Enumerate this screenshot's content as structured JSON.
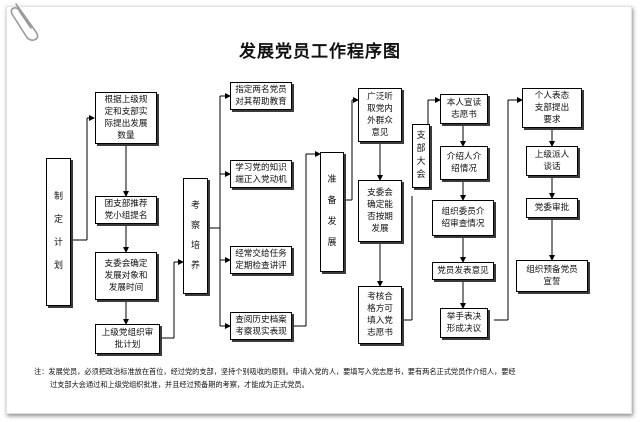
{
  "title": "发展党员工作程序图",
  "boxes": {
    "make_plan": [
      "制",
      "定",
      "计",
      "划"
    ],
    "propose_number": "根据上级规\n定和支部实\n际提出发展\n数量",
    "branch_recommend": "团支部推荐\n党小组提名",
    "committee_determine": "支委会确定\n发展对象和\n发展时间",
    "superior_approve": "上级党组织审\n批计划",
    "inspect_train": [
      "考",
      "察",
      "培",
      "养"
    ],
    "assign_two": "指定两名党员\n对其帮助教育",
    "study_knowledge": "学习党的知识\n端正入党动机",
    "assign_tasks": "经常交给任务\n定期检查讲评",
    "review_files": "查阅历史档案\n考察现实表现",
    "prepare_develop": [
      "准",
      "备",
      "发",
      "展"
    ],
    "listen_opinions": "广泛听\n取党内\n外群众\n意见",
    "committee_meeting": "支委会\n确定能\n否按期\n发展",
    "fill_form": "考核合\n格方可\n填入党\n志愿书",
    "branch_assembly": [
      "支",
      "部",
      "大",
      "会"
    ],
    "read_application": "本人宣读\n志愿书",
    "introducer": "介绍人介\n绍情况",
    "org_committee": "组织委员介\n绍审查情况",
    "members_opinion": "党员发表意见",
    "vote": "举手表决\n形成决议",
    "express_attitude": "个人表态\n支部提出\n要求",
    "superior_talk": "上级派人\n谈话",
    "party_approve": "党委审批",
    "oath": "组织预备党员\n宣誓"
  },
  "note": {
    "line1": "注：发展党员，必须把政治标准放在首位，经过党的支部，坚持个别吸收的原则。申请入党的人，要填写入党志愿书，要有两名正式党员作介绍人，要经",
    "line2": "过支部大会通过和上级党组织批准，并且经过预备期的考察，才能成为正式党员。"
  },
  "icons": {
    "paperclip": "paperclip-icon"
  }
}
